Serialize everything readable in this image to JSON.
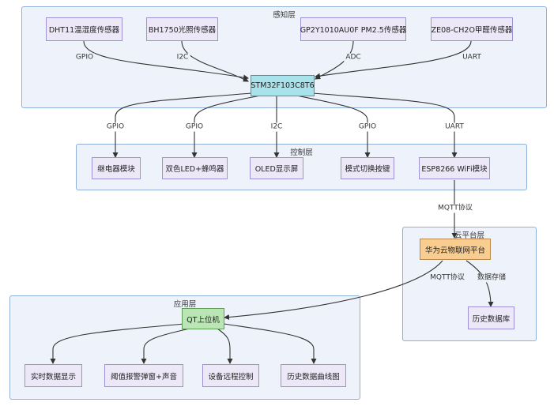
{
  "layers": {
    "sensing": "感知层",
    "control": "控制层",
    "cloud": "云平台层",
    "application": "应用层"
  },
  "nodes": {
    "dht11": "DHT11温湿度传感器",
    "bh1750": "BH1750光照传感器",
    "gp2y": "GP2Y1010AU0F PM2.5传感器",
    "ze08": "ZE08-CH2O甲醛传感器",
    "mcu": "STM32F103C8T6",
    "relay": "继电器模块",
    "led": "双色LED+蜂鸣器",
    "oled": "OLED显示屏",
    "mode_key": "模式切换按键",
    "esp8266": "ESP8266 WiFi模块",
    "huawei": "华为云物联网平台",
    "history_db": "历史数据库",
    "qt": "QT上位机",
    "realtime": "实时数据显示",
    "alarm": "阈值报警弹窗+声音",
    "remote": "设备远程控制",
    "history_chart": "历史数据曲线图"
  },
  "edge_labels": {
    "dht11_mcu": "GPIO",
    "bh1750_mcu": "I2C",
    "gp2y_mcu": "ADC",
    "ze08_mcu": "UART",
    "mcu_relay": "GPIO",
    "mcu_led": "GPIO",
    "mcu_oled": "I2C",
    "mcu_key": "GPIO",
    "mcu_esp": "UART",
    "esp_cloud": "MQTT协议",
    "cloud_qt": "MQTT协议",
    "cloud_db": "数据存储"
  },
  "colors": {
    "cluster_fill": "#eef3fb",
    "cluster_border": "#8fb0d9",
    "node_fill": "#ece8f8",
    "node_border": "#9d92d8",
    "mcu_fill": "#a8e3ec",
    "cloud_fill": "#f9cd90",
    "app_fill": "#b9e6b4",
    "edge": "#333333"
  }
}
